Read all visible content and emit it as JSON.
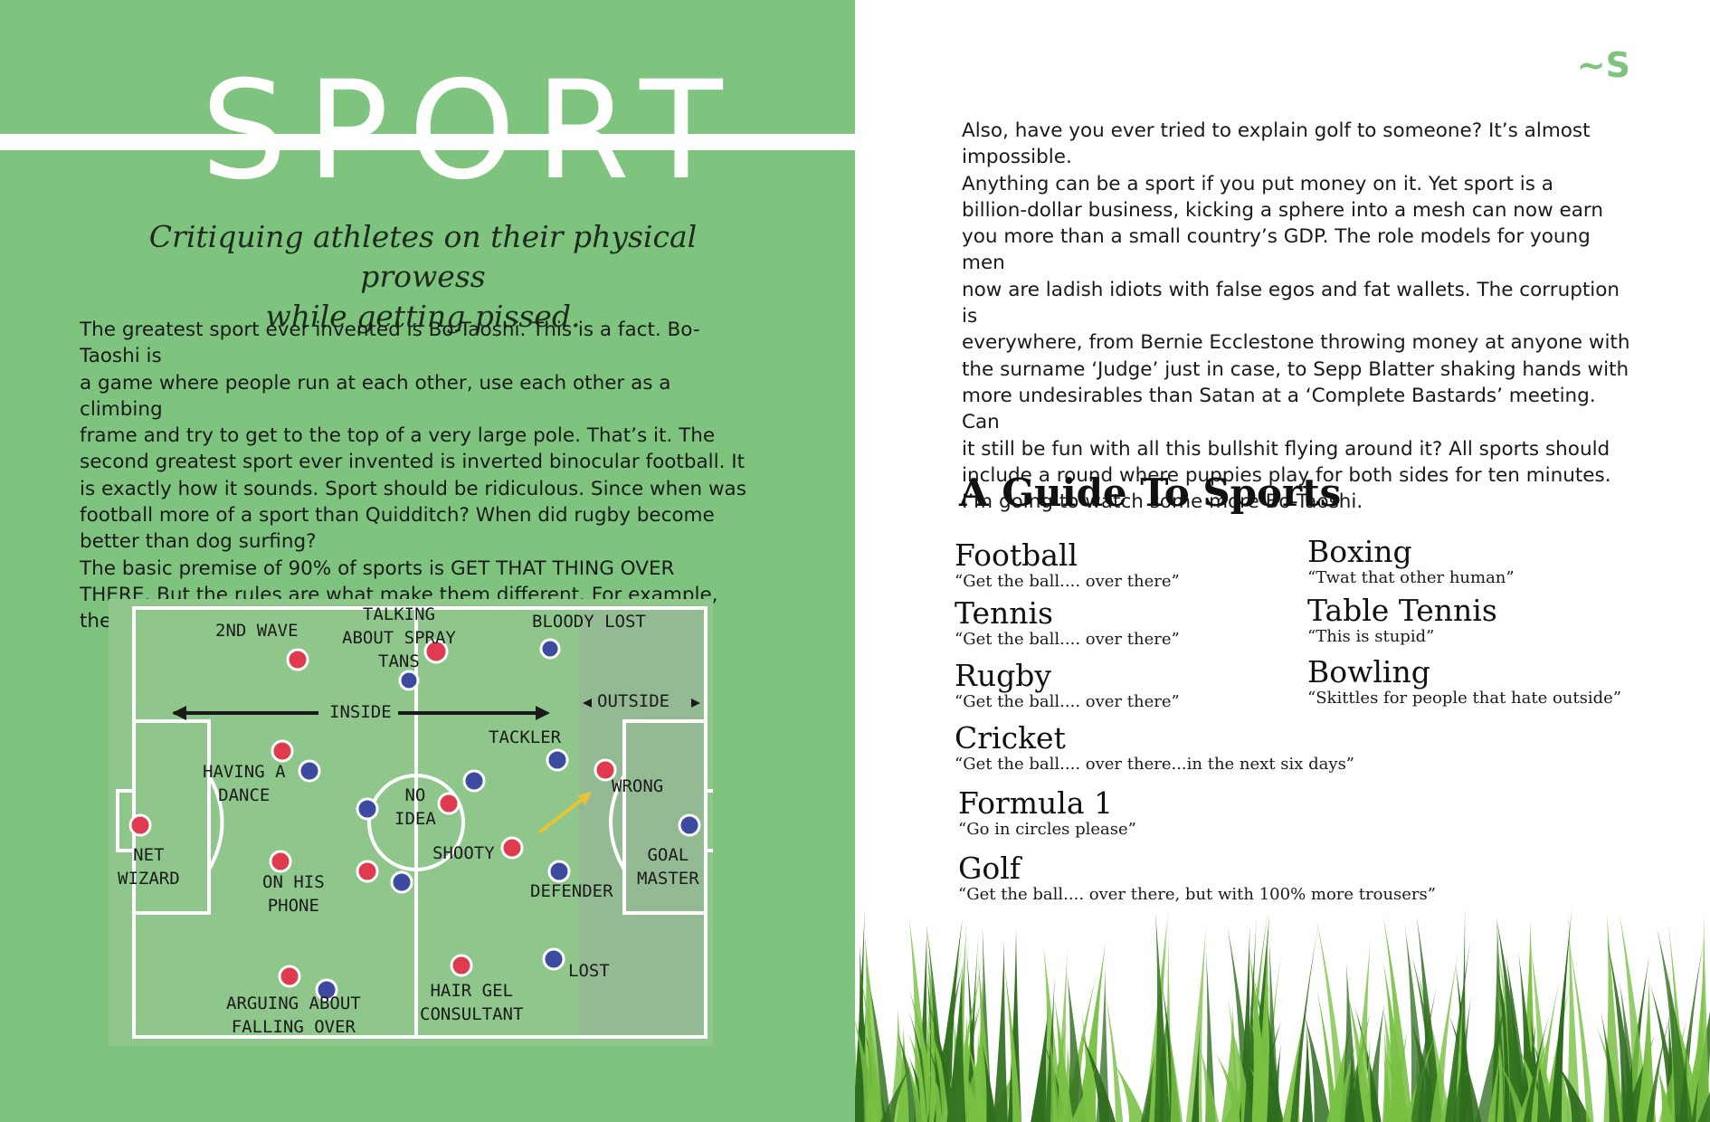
{
  "left": {
    "title": "SPORT",
    "subtitle": "Critiquing athletes on their physical prowess\nwhile getting pissed.",
    "paragraph_1": "The greatest sport ever invented is Bo-Taoshi. This is a fact. Bo-Taoshi is\na game where people run at each other, use each other as a climbing\nframe and try to get to the top of a very large pole. That’s it. The\nsecond greatest sport ever invented is inverted binocular football. It\nis exactly how it sounds. Sport should be ridiculous. Since when was\nfootball more of a sport than Quidditch? When did rugby become\nbetter than dog surfing?",
    "paragraph_2": "     The basic premise of 90% of sports is GET THAT THING OVER\nTHERE. But the rules are what make them different. For example,\nthe offside rule in football:"
  },
  "pitch": {
    "labels": {
      "second_wave": "2ND WAVE",
      "talking": "TALKING\nABOUT SPRAY\nTANS",
      "bloody_lost": "BLOODY LOST",
      "inside": "INSIDE",
      "outside": "OUTSIDE",
      "tackler": "TACKLER",
      "having_a_dance": "HAVING A\nDANCE",
      "no_idea": "NO\nIDEA",
      "wrong": "WRONG",
      "net_wizard": "NET\nWIZARD",
      "on_his_phone": "ON HIS\nPHONE",
      "shooty": "SHOOTY",
      "defender": "DEFENDER",
      "goal_master": "GOAL\nMASTER",
      "arguing": "ARGUING ABOUT\nFALLING OVER",
      "hair_gel": "HAIR GEL\nCONSULTANT",
      "lost": "LOST"
    },
    "colors": {
      "red": "#e03a4e",
      "blue": "#3c4aa0",
      "line": "#ffffff",
      "arrow_yellow": "#e6c437"
    }
  },
  "right": {
    "page_mark": "~S",
    "paragraph_1": "     Also, have you ever tried to explain golf to someone? It’s almost\nimpossible.",
    "paragraph_2": "     Anything can be a sport if you put money on it. Yet sport is a\nbillion-dollar business, kicking a sphere into a mesh can now earn\nyou more than a small country’s GDP. The role models for young men\nnow are ladish idiots with false egos and fat wallets. The corruption is\neverywhere, from Bernie Ecclestone throwing money at anyone with\nthe surname ‘Judge’ just in case, to Sepp Blatter shaking hands with\nmore undesirables than Satan at a ‘Complete Bastards’ meeting. Can\nit still be fun with all this bullshit flying around it? All sports should\ninclude a round where puppies play for both sides for ten minutes.",
    "paragraph_3": "     I’m going to watch some more Bo-Taoshi.",
    "guide_title": "A Guide To Sports",
    "sports": [
      {
        "name": "Football",
        "desc": "“Get the ball.... over there”"
      },
      {
        "name": "Tennis",
        "desc": "“Get the ball.... over there”"
      },
      {
        "name": "Rugby",
        "desc": "“Get the ball.... over there”"
      },
      {
        "name": "Cricket",
        "desc": "“Get the ball.... over there...in the next six days”"
      },
      {
        "name": "Formula 1",
        "desc": "“Go in circles please”"
      },
      {
        "name": "Golf",
        "desc": "“Get the ball.... over there, but with 100% more trousers”"
      },
      {
        "name": "Boxing",
        "desc": "“Twat that other human”"
      },
      {
        "name": "Table Tennis",
        "desc": "“This is stupid”"
      },
      {
        "name": "Bowling",
        "desc": "“Skittles for people that hate outside”"
      }
    ]
  },
  "colors": {
    "accent_green": "#7ec47f",
    "grass_dark": "#2f6d1e",
    "grass_light": "#79c043"
  }
}
